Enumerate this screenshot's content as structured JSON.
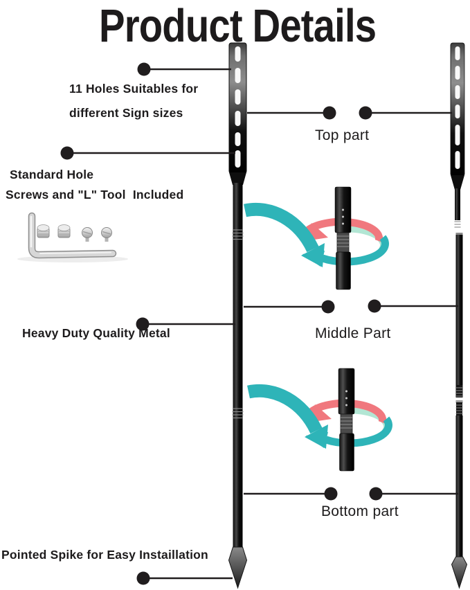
{
  "title": "Product Details",
  "callouts": {
    "holes_line1": "11 Holes Suitables for",
    "holes_line2": "different Sign sizes",
    "screws_line1": "Standard Hole",
    "screws_line2": "Screws and \"L\" Tool  Included",
    "metal": "Heavy Duty Quality Metal",
    "spike": "Pointed Spike for Easy Instaillation"
  },
  "part_labels": {
    "top": "Top part",
    "middle": "Middle Part",
    "bottom": "Bottom part"
  },
  "colors": {
    "arrow_teal": "#2eb4b8",
    "arrow_pink": "#f0787e",
    "arrow_mint": "#b2e6d4",
    "text": "#1d1b1c",
    "metal_black": "#0c0c0c",
    "hardware_silver": "#d9d9d9"
  },
  "icons": {
    "rotation_arrows": "rotation-assembly-arrows-icon",
    "insert_arrow": "insert-direction-arrow-icon",
    "hardware_kit": "l-tool-and-screws-image",
    "spike_tip": "pointed-spike-shape"
  }
}
